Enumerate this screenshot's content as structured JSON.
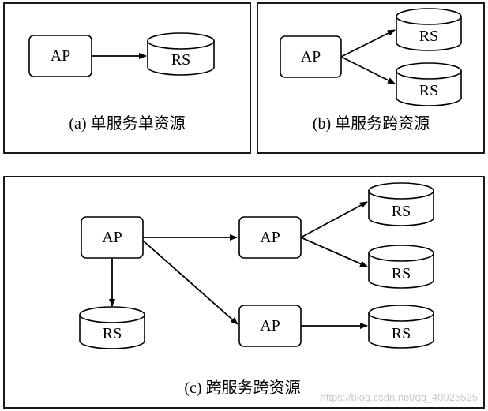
{
  "labels": {
    "ap": "AP",
    "rs": "RS"
  },
  "captions": {
    "a": "(a) 单服务单资源",
    "b": "(b) 单服务跨资源",
    "c": "(c) 跨服务跨资源"
  },
  "watermark": "https://blog.csdn.net/qq_40925525"
}
